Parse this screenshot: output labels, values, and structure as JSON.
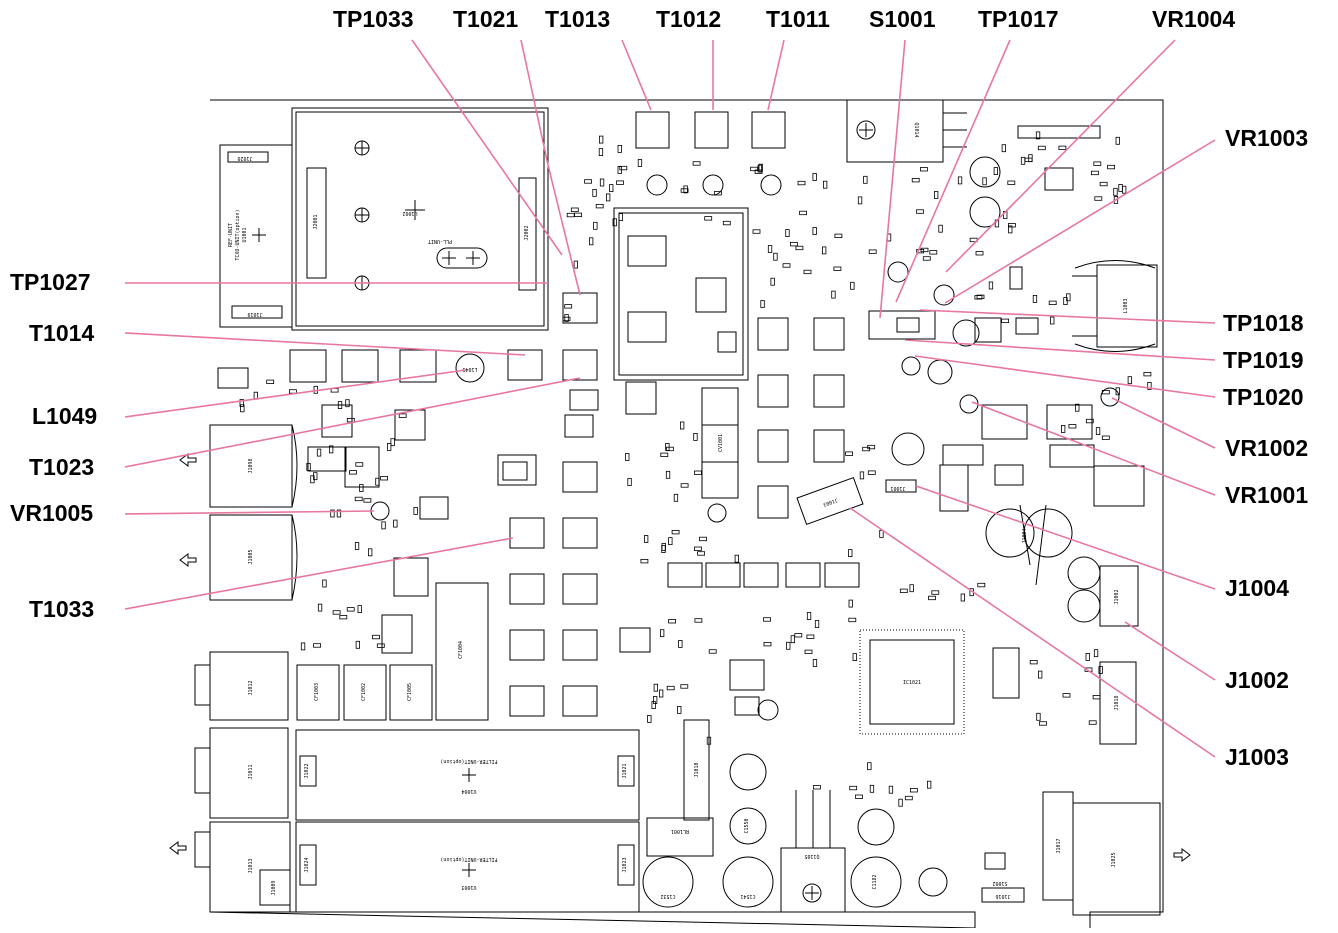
{
  "callouts": {
    "top": [
      "TP1033",
      "T1021",
      "T1013",
      "T1012",
      "T1011",
      "S1001",
      "TP1017",
      "VR1004"
    ],
    "left": [
      "TP1027",
      "T1014",
      "L1049",
      "T1023",
      "VR1005",
      "T1033"
    ],
    "right": [
      "VR1003",
      "TP1018",
      "TP1019",
      "TP1020",
      "VR1002",
      "VR1001",
      "J1004",
      "J1002",
      "J1003"
    ]
  },
  "board_labels": {
    "pll_unit": "PLL-UNIT",
    "pll_ref": "U1002",
    "tcxo_unit": "REF-UNIT\nTCXO-UNIT(option)",
    "tcxo_ref": "U1001",
    "filter_unit_1": "FILTER-UNIT(option)",
    "filter_ref_1": "U1004",
    "filter_unit_2": "FILTER-UNIT(option)",
    "filter_ref_2": "U1003",
    "cpu": "IC1021",
    "j1098": "J1098",
    "j1005": "J1005",
    "j1012": "J1012",
    "j1011": "J1011",
    "j1013": "J1013",
    "j1025": "J1025",
    "j1017": "J1017",
    "j1018": "J1018",
    "j1010": "J1010",
    "cf1004": "CF1004",
    "cf1003": "CF1003",
    "cf1002": "CF1002",
    "cf1005": "CF1005",
    "cv1001": "CV1001",
    "q1014": "Q1014",
    "q1105": "Q1105",
    "rl1001": "RL1001",
    "c1532": "C1532",
    "c1541": "C1541",
    "c1550": "C1550",
    "c1182": "C1182",
    "s1002": "S1002",
    "j1001": "J1001",
    "j1003_part": "J1003",
    "j1002_part": "J1002",
    "j1004_part": "J1004",
    "j1020": "J1020",
    "j1019": "J1019",
    "j2001": "J2001",
    "j2002": "J2002",
    "j1022": "J1022",
    "j1021": "J1021",
    "j1024": "J1024",
    "j1023": "J1023",
    "j1009": "J1009",
    "j1016": "J1016",
    "l1003": "L1003",
    "l1049_part": "L1049"
  },
  "colors": {
    "leader": "#e8779f",
    "board": "#000000"
  }
}
